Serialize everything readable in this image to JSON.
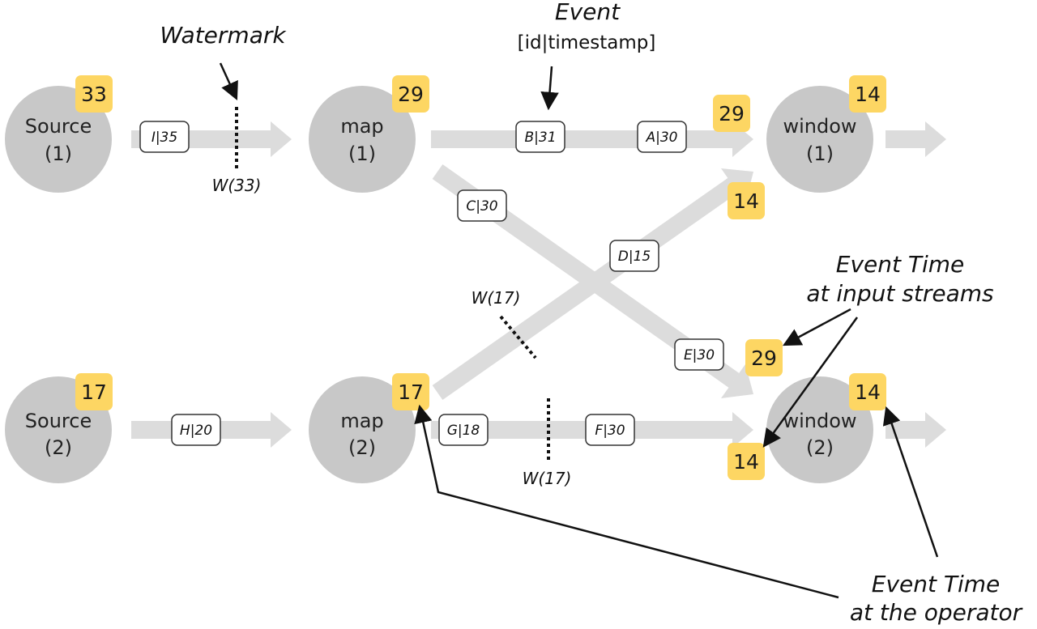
{
  "nodes": {
    "source1": {
      "line1": "Source",
      "line2": "(1)",
      "badge": "33"
    },
    "source2": {
      "line1": "Source",
      "line2": "(2)",
      "badge": "17"
    },
    "map1": {
      "line1": "map",
      "line2": "(1)",
      "badge": "29"
    },
    "map2": {
      "line1": "map",
      "line2": "(2)",
      "badge": "17"
    },
    "window1": {
      "line1": "window",
      "line2": "(1)",
      "badge": "14"
    },
    "window2": {
      "line1": "window",
      "line2": "(2)",
      "badge": "14"
    }
  },
  "input_badges": {
    "window1_top": "29",
    "window1_cross": "14",
    "window2_cross": "29",
    "window2_bottom": "14"
  },
  "events": {
    "i35": "I|35",
    "h20": "H|20",
    "b31": "B|31",
    "a30": "A|30",
    "c30": "C|30",
    "d15": "D|15",
    "e30": "E|30",
    "g18": "G|18",
    "f30": "F|30"
  },
  "watermarks": {
    "w33": "W(33)",
    "w17_cross": "W(17)",
    "w17_bottom": "W(17)"
  },
  "annotations": {
    "watermark": "Watermark",
    "event_title": "Event",
    "event_format": "[id|timestamp]",
    "input_streams_line1": "Event Time",
    "input_streams_line2": "at input streams",
    "operator_line1": "Event Time",
    "operator_line2": "at the operator"
  },
  "colors": {
    "node": "#c8c8c8",
    "stream": "#dcdcdc",
    "badge": "#fdd663",
    "event_border": "#333333",
    "line": "#111111"
  }
}
